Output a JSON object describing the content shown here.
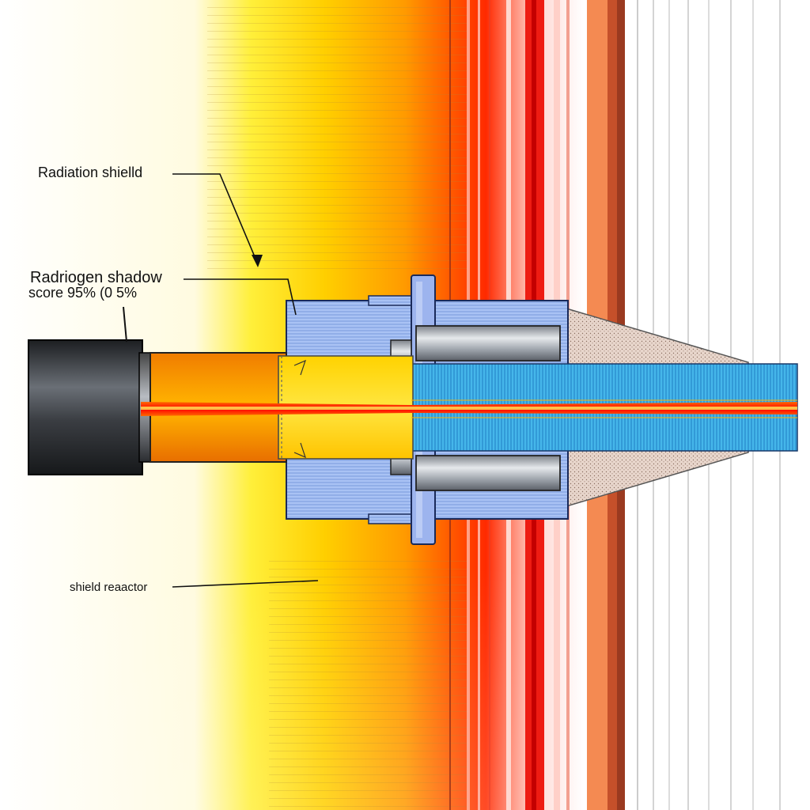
{
  "labels": {
    "radiation_shield": "Radiation shielld",
    "shadow_score_line1": "Radriogen shadow",
    "shadow_score_line2": "score 95% (0 5%",
    "shield_reactor": "shield reaactor"
  },
  "colors": {
    "hot_yellow": "#ffe600",
    "orange": "#ff8a00",
    "red": "#ff1a00",
    "shield_blue": "#a9c4f5",
    "coolant_cyan": "#3fb4e8",
    "barrel_dark": "#2b2e33"
  }
}
